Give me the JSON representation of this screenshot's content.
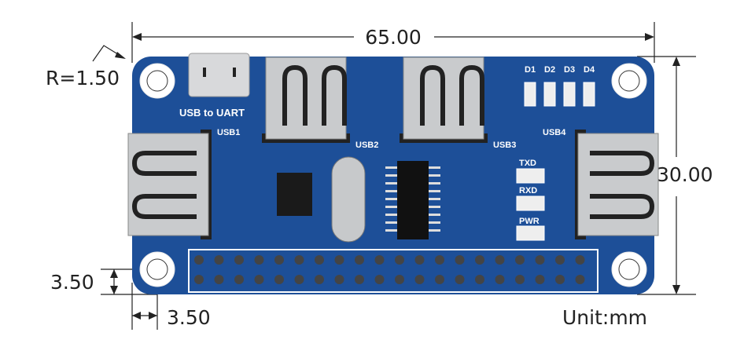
{
  "dimensions": {
    "width": "65.00",
    "height": "30.00",
    "corner_radius": "R=1.50",
    "hole_offset_vertical": "3.50",
    "hole_offset_horizontal": "3.50",
    "unit": "Unit:mm"
  },
  "board": {
    "labels": {
      "usb_uart": "USB to UART",
      "usb1": "USB1",
      "usb2": "USB2",
      "usb3": "USB3",
      "usb4": "USB4",
      "d1": "D1",
      "d2": "D2",
      "d3": "D3",
      "d4": "D4",
      "txd": "TXD",
      "rxd": "RXD",
      "pwr": "PWR"
    },
    "colors": {
      "pcb": "#1d4f98",
      "metal": "#c9cbcd",
      "text": "#222222"
    }
  }
}
